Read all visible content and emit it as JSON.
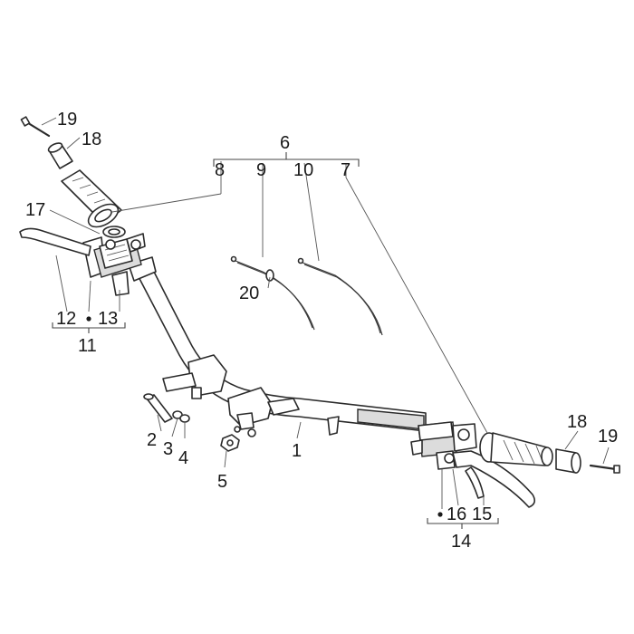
{
  "callouts": {
    "c1": "1",
    "c2": "2",
    "c3": "3",
    "c4": "4",
    "c5": "5",
    "c6": "6",
    "c7": "7",
    "c8": "8",
    "c9": "9",
    "c10": "10",
    "c11": "11",
    "c12": "12",
    "c13": "13",
    "c14": "14",
    "c15": "15",
    "c16": "16",
    "c17": "17",
    "c18a": "18",
    "c18b": "18",
    "c19a": "19",
    "c19b": "19",
    "c20": "20"
  }
}
